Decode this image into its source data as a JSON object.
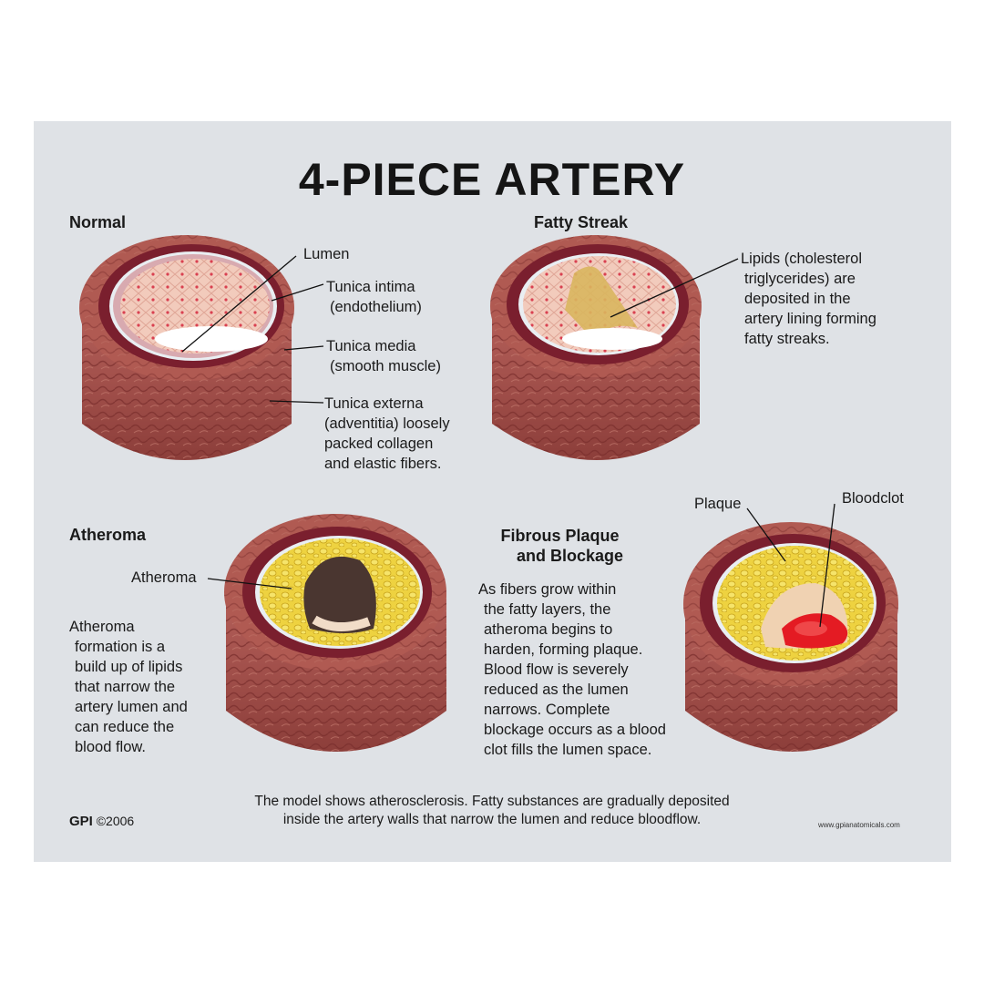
{
  "title": "4-PIECE ARTERY",
  "panels": {
    "normal": {
      "heading": "Normal",
      "labels": {
        "lumen": "Lumen",
        "intima": [
          "Tunica intima",
          "(endothelium)"
        ],
        "media": [
          "Tunica media",
          "(smooth muscle)"
        ],
        "externa": [
          "Tunica externa",
          "(adventitia) loosely",
          "packed collagen",
          "and elastic fibers."
        ]
      }
    },
    "fatty_streak": {
      "heading": "Fatty Streak",
      "description": [
        "Lipids (cholesterol",
        "triglycerides) are",
        "deposited in the",
        "artery lining forming",
        "fatty streaks."
      ]
    },
    "atheroma": {
      "heading": "Atheroma",
      "label": "Atheroma",
      "description": [
        "Atheroma",
        "formation is a",
        "build up of lipids",
        "that narrow the",
        "artery lumen and",
        "can reduce the",
        "blood flow."
      ]
    },
    "fibrous": {
      "heading": [
        "Fibrous Plaque",
        "and Blockage"
      ],
      "labels": {
        "plaque": "Plaque",
        "bloodclot": "Bloodclot"
      },
      "description": [
        "As fibers grow within",
        "the fatty layers, the",
        "atheroma begins to",
        "harden, forming plaque.",
        "Blood flow is severely",
        "reduced as the lumen",
        "narrows. Complete",
        "blockage occurs as a blood",
        "clot fills the lumen space."
      ]
    }
  },
  "caption": [
    "The model shows atherosclerosis. Fatty substances are gradually deposited",
    "inside the artery walls that narrow the lumen and reduce bloodflow."
  ],
  "footer": {
    "brand": "GPI",
    "year": "©2006",
    "url": "www.gpianatomicals.com"
  },
  "colors": {
    "background": "#dfe2e6",
    "outer_wall": "#a8524a",
    "media": "#7a1f2e",
    "intima": "#f0c3b4",
    "fat": "#e8c830",
    "clot": "#e41b23"
  }
}
